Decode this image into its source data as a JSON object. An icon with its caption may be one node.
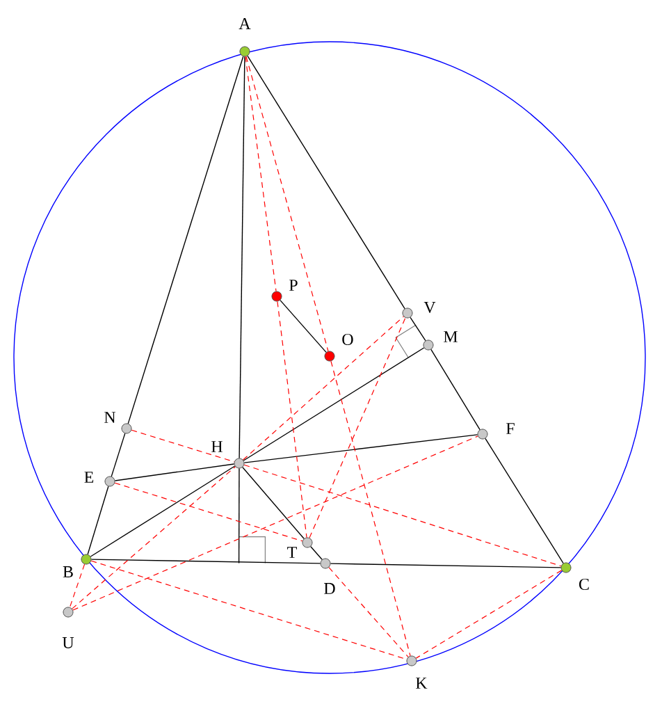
{
  "diagram": {
    "nodes": [
      {
        "text": [],
        "shape": "circle",
        "beside": [
          "A"
        ]
      },
      {
        "text": [],
        "shape": "circle",
        "beside": [
          "P"
        ]
      },
      {
        "text": [],
        "shape": "circle",
        "beside": [
          "V"
        ]
      },
      {
        "text": [],
        "shape": "circle",
        "beside": [
          "M"
        ]
      },
      {
        "text": [],
        "shape": "circle",
        "beside": [
          "O"
        ]
      },
      {
        "text": [],
        "shape": "circle",
        "beside": [
          "N"
        ]
      },
      {
        "text": [],
        "shape": "circle",
        "beside": [
          "F"
        ]
      },
      {
        "text": [],
        "shape": "circle",
        "beside": [
          "H"
        ]
      },
      {
        "text": [],
        "shape": "circle",
        "beside": [
          "E"
        ]
      },
      {
        "text": [],
        "shape": "circle",
        "beside": [
          "T"
        ]
      },
      {
        "text": [],
        "shape": "circle",
        "beside": [
          "B"
        ]
      },
      {
        "text": [],
        "shape": "circle",
        "beside": [
          "D"
        ]
      },
      {
        "text": [],
        "shape": "circle",
        "beside": [
          "C"
        ]
      },
      {
        "text": [],
        "shape": "circle",
        "beside": [
          "U"
        ]
      },
      {
        "text": [],
        "shape": "circle",
        "beside": [
          "K"
        ]
      },
      {
        "text": [],
        "shape": "box"
      }
    ],
    "edges": [
      {
        "from": 0,
        "to": 5,
        "arrow": "none"
      },
      {
        "from": 5,
        "to": 8,
        "arrow": "none"
      },
      {
        "from": 8,
        "to": 10,
        "arrow": "none"
      },
      {
        "from": 0,
        "to": 2,
        "arrow": "none"
      },
      {
        "from": 2,
        "to": 3,
        "arrow": "none"
      },
      {
        "from": 3,
        "to": 6,
        "arrow": "none"
      },
      {
        "from": 6,
        "to": 12,
        "arrow": "none"
      },
      {
        "from": 10,
        "to": 11,
        "arrow": "none"
      },
      {
        "from": 11,
        "to": 12,
        "arrow": "none"
      },
      {
        "from": 0,
        "to": 7,
        "arrow": "none"
      },
      {
        "from": 7,
        "to": 15,
        "arrow": "none"
      },
      {
        "from": 10,
        "to": 7,
        "arrow": "none"
      },
      {
        "from": 7,
        "to": 3,
        "arrow": "none"
      },
      {
        "from": 8,
        "to": 7,
        "arrow": "none"
      },
      {
        "from": 7,
        "to": 6,
        "arrow": "none"
      },
      {
        "from": 7,
        "to": 9,
        "arrow": "none"
      },
      {
        "from": 9,
        "to": 11,
        "arrow": "none"
      },
      {
        "from": 1,
        "to": 4,
        "arrow": "none"
      },
      {
        "from": 0,
        "to": 1,
        "arrow": "none",
        "style": "dashed",
        "color": "#ff0000"
      },
      {
        "from": 1,
        "to": 9,
        "arrow": "none",
        "style": "dashed",
        "color": "#ff0000"
      },
      {
        "from": 0,
        "to": 4,
        "arrow": "none",
        "style": "dashed",
        "color": "#ff0000"
      },
      {
        "from": 4,
        "to": 14,
        "arrow": "none",
        "style": "dashed",
        "color": "#ff0000"
      },
      {
        "from": 5,
        "to": 7,
        "arrow": "none",
        "style": "dashed",
        "color": "#ff0000"
      },
      {
        "from": 7,
        "to": 12,
        "arrow": "none",
        "style": "dashed",
        "color": "#ff0000"
      },
      {
        "from": 13,
        "to": 7,
        "arrow": "none",
        "style": "dashed",
        "color": "#ff0000"
      },
      {
        "from": 7,
        "to": 2,
        "arrow": "none",
        "style": "dashed",
        "color": "#ff0000"
      },
      {
        "from": 8,
        "to": 9,
        "arrow": "none",
        "style": "dashed",
        "color": "#ff0000"
      },
      {
        "from": 9,
        "to": 2,
        "arrow": "none",
        "style": "dashed",
        "color": "#ff0000"
      },
      {
        "from": 13,
        "to": 6,
        "arrow": "none",
        "style": "dashed",
        "color": "#ff0000"
      },
      {
        "from": 10,
        "to": 13,
        "arrow": "none",
        "style": "dashed",
        "color": "#ff0000"
      },
      {
        "from": 10,
        "to": 14,
        "arrow": "none",
        "style": "dashed",
        "color": "#ff0000"
      },
      {
        "from": 12,
        "to": 14,
        "arrow": "none",
        "style": "dashed",
        "color": "#ff0000"
      },
      {
        "from": 11,
        "to": 14,
        "arrow": "none",
        "style": "dashed",
        "color": "#ff0000"
      }
    ]
  }
}
